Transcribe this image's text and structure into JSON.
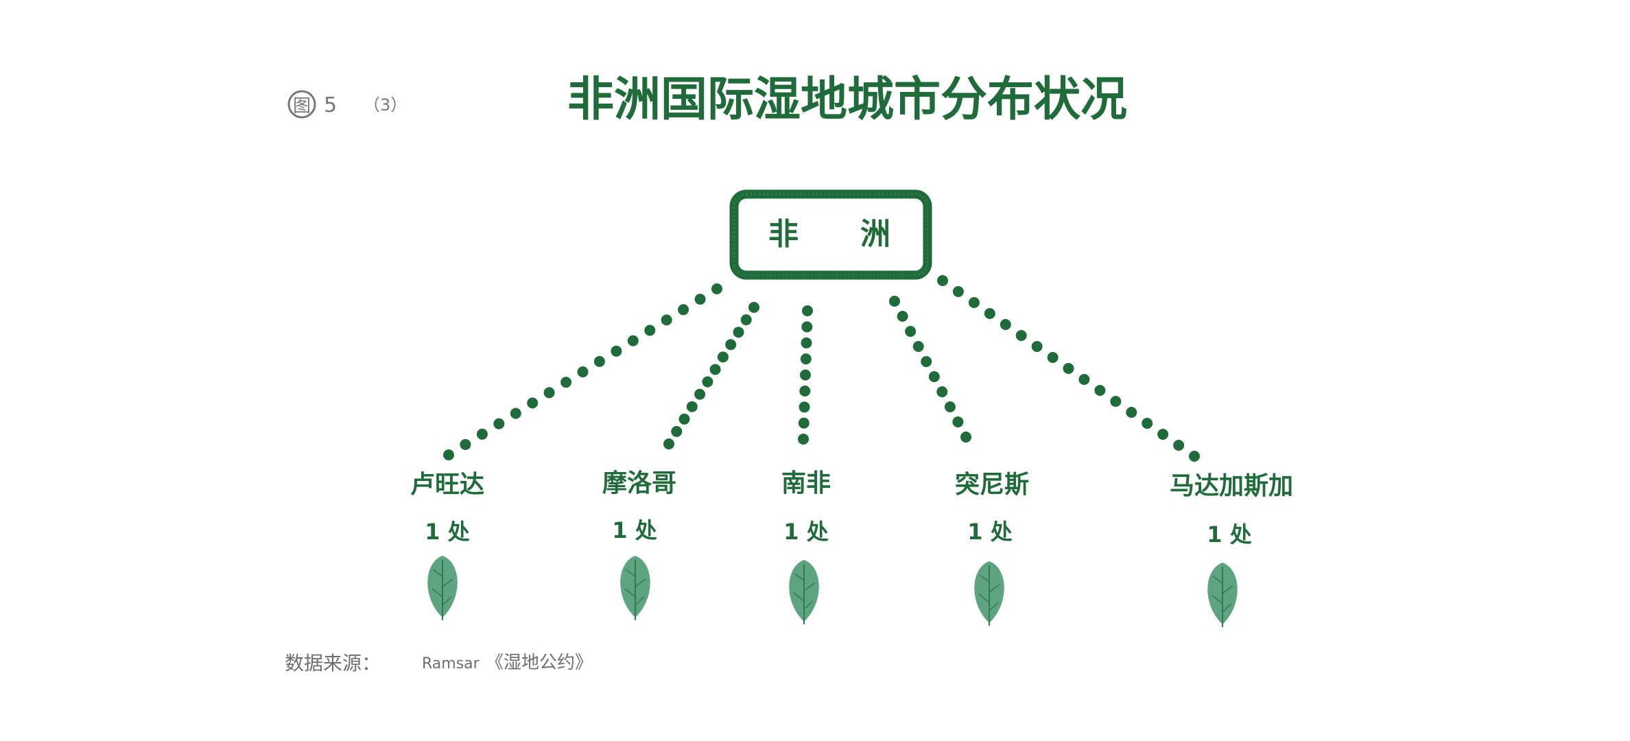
{
  "header": {
    "figure_prefix": "图",
    "figure_number": "5",
    "figure_sub": "（3）",
    "title": "非洲国际湿地城市分布状况"
  },
  "root": {
    "label_part1": "非",
    "label_part2": "洲"
  },
  "countries": [
    {
      "name": "卢旺达",
      "count": "1 处"
    },
    {
      "name": "摩洛哥",
      "count": "1 处"
    },
    {
      "name": "南非",
      "count": "1 处"
    },
    {
      "name": "突尼斯",
      "count": "1 处"
    },
    {
      "name": "马达加斯加",
      "count": "1 处"
    }
  ],
  "source": {
    "label": "数据来源：",
    "org": "Ramsar",
    "doc": "《湿地公约》"
  },
  "colors": {
    "accent": "#1f6b3a",
    "leaf": "#4e9a72",
    "muted": "#777777"
  },
  "icons": {
    "leaf": "leaf-icon"
  }
}
